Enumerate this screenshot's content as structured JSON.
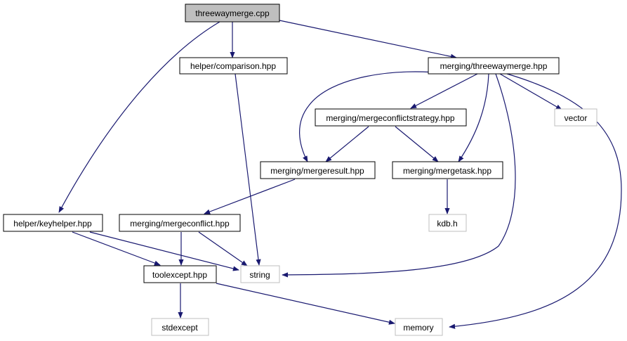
{
  "colors": {
    "edge": "#191970",
    "root_fill": "#bfbfbf",
    "node_border": "#000000",
    "external_border": "#bfbfbf",
    "background": "#ffffff"
  },
  "nodes": {
    "threewaymerge_cpp": "threewaymerge.cpp",
    "comparison_hpp": "helper/comparison.hpp",
    "threewaymerge_hpp": "merging/threewaymerge.hpp",
    "mergeconflictstrategy_hpp": "merging/mergeconflictstrategy.hpp",
    "vector": "vector",
    "mergeresult_hpp": "merging/mergeresult.hpp",
    "mergetask_hpp": "merging/mergetask.hpp",
    "keyhelper_hpp": "helper/keyhelper.hpp",
    "mergeconflict_hpp": "merging/mergeconflict.hpp",
    "kdb_h": "kdb.h",
    "toolexcept_hpp": "toolexcept.hpp",
    "string": "string",
    "stdexcept": "stdexcept",
    "memory": "memory"
  }
}
